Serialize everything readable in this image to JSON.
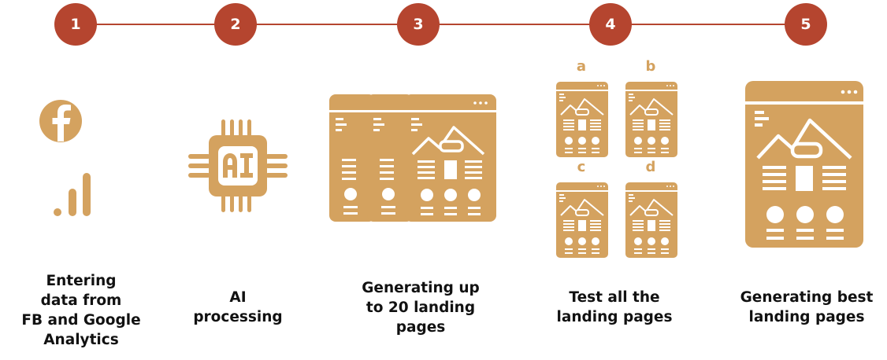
{
  "colors": {
    "accent": "#b5452f",
    "icon": "#d4a25f",
    "text": "#111111"
  },
  "steps": [
    {
      "number": "1",
      "caption": "Entering\ndata from\nFB and Google\nAnalytics",
      "icon": "facebook-and-analytics-icon"
    },
    {
      "number": "2",
      "caption": "AI\nprocessing",
      "icon": "ai-chip-icon"
    },
    {
      "number": "3",
      "caption": "Generating up\nto 20 landing\npages",
      "icon": "multiple-landing-pages-icon"
    },
    {
      "number": "4",
      "caption": "Test all the\nlanding pages",
      "icon": "ab-test-pages-icon",
      "variants": [
        "a",
        "b",
        "c",
        "d"
      ]
    },
    {
      "number": "5",
      "caption": "Generating best\nlanding pages",
      "icon": "best-landing-page-icon"
    }
  ]
}
